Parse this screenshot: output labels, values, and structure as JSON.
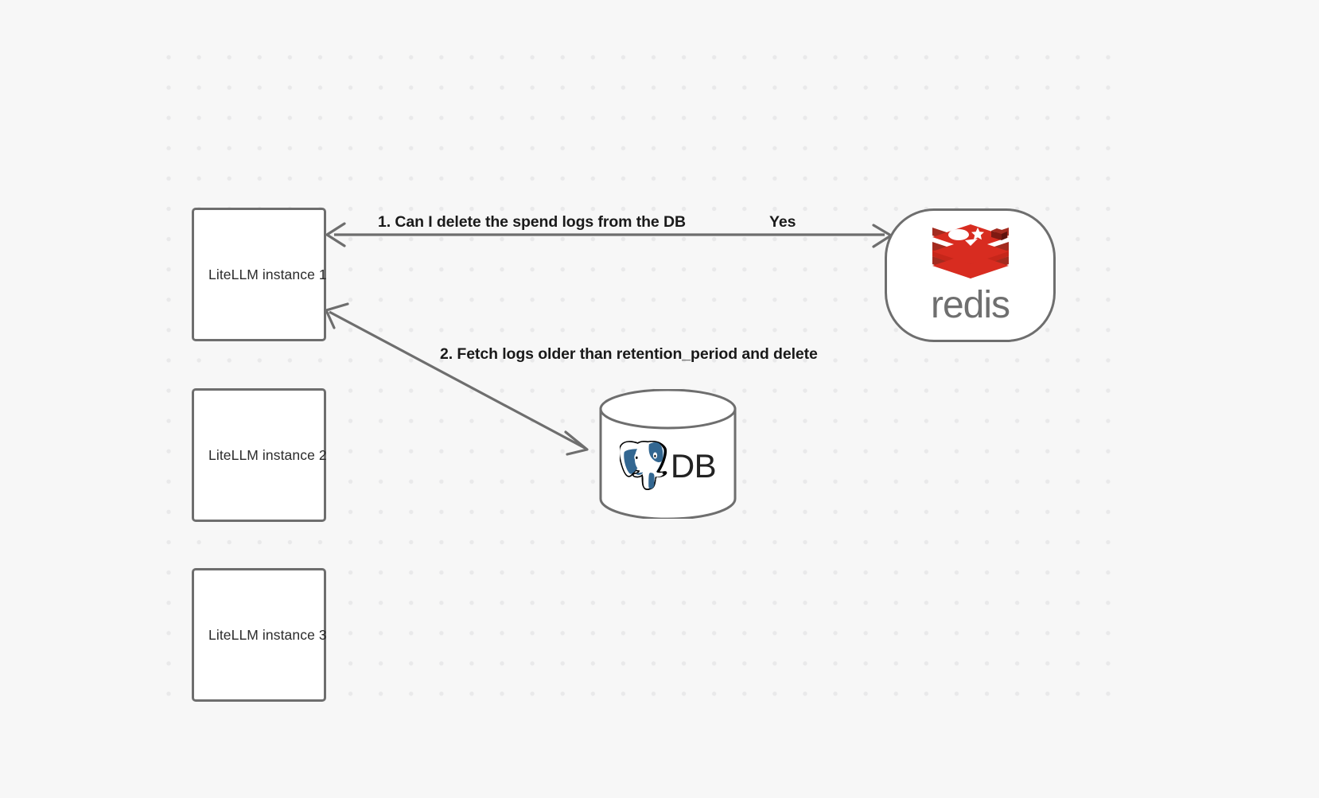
{
  "diagram": {
    "title": "LiteLLM spend log cleanup flow",
    "background_color": "#f7f7f7",
    "grid": "dot-grid",
    "nodes": [
      {
        "id": "litellm-1",
        "label": "LiteLLM instance 1",
        "shape": "rectangle"
      },
      {
        "id": "litellm-2",
        "label": "LiteLLM instance 2",
        "shape": "rectangle"
      },
      {
        "id": "litellm-3",
        "label": "LiteLLM instance 3",
        "shape": "rectangle"
      },
      {
        "id": "redis",
        "label": "redis",
        "shape": "rounded-rectangle",
        "logo": "redis-logo-icon",
        "brand_color": "#d82c20"
      },
      {
        "id": "db",
        "label": "DB",
        "shape": "cylinder",
        "logo": "postgresql-elephant-icon",
        "brand_color": "#336791"
      }
    ],
    "edges": [
      {
        "id": "edge-1",
        "from": "redis",
        "to": "litellm-1",
        "label": "1.  Can I delete the spend logs from the DB",
        "secondary_label": "Yes",
        "direction": "left"
      },
      {
        "id": "edge-2",
        "from": "litellm-1",
        "to": "db",
        "label": "2.  Fetch logs older than retention_period and delete",
        "direction": "down-right"
      }
    ]
  },
  "labels": {
    "litellm_1": "LiteLLM instance 1",
    "litellm_2": "LiteLLM instance 2",
    "litellm_3": "LiteLLM instance 3",
    "redis_wordmark": "redis",
    "db_text": "DB",
    "edge_1": "1.  Can I delete the spend logs from the DB",
    "edge_yes": "Yes",
    "edge_2": "2.  Fetch logs older than retention_period and delete"
  },
  "colors": {
    "background": "#f7f7f7",
    "dot": "#e9e9ea",
    "node_border": "#6e6e6e",
    "node_fill": "#ffffff",
    "connector": "#6e6e6e",
    "label_text": "#1a1a1a",
    "node_label_text": "#2b2b2b",
    "redis_red": "#d82c20",
    "redis_gray": "#6f6f6f",
    "postgres_blue": "#336791"
  }
}
